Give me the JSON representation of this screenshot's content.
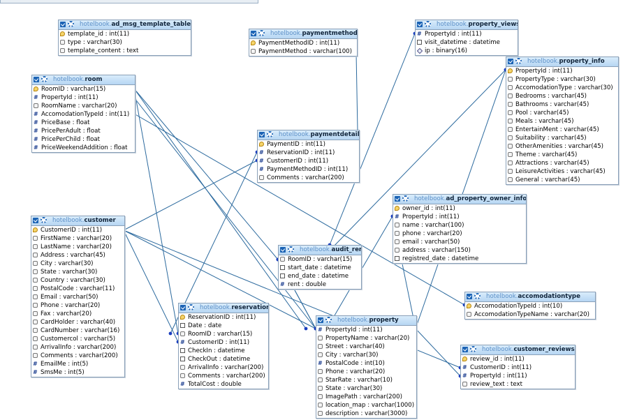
{
  "tables": {
    "ad_msg_template_table": {
      "db": "hotelbook.",
      "name": "ad_msg_template_table",
      "columns": [
        {
          "text": "template_id : int(11)",
          "icon": "key"
        },
        {
          "text": "type : varchar(30)",
          "icon": "col"
        },
        {
          "text": "template_content : text",
          "icon": "col"
        }
      ]
    },
    "paymentmethod": {
      "db": "hotelbook.",
      "name": "paymentmethod",
      "columns": [
        {
          "text": "PaymentMethodID : int(11)",
          "icon": "key"
        },
        {
          "text": "PaymentMethod : varchar(100)",
          "icon": "col"
        }
      ]
    },
    "property_views": {
      "db": "hotelbook.",
      "name": "property_views",
      "columns": [
        {
          "text": "PropertyId : int(11)",
          "icon": "hash"
        },
        {
          "text": "visit_datetime : datetime",
          "icon": "dt"
        },
        {
          "text": "ip : binary(16)",
          "icon": "bin"
        }
      ]
    },
    "property_info": {
      "db": "hotelbook.",
      "name": "property_info",
      "columns": [
        {
          "text": "PropertyId : int(11)",
          "icon": "key"
        },
        {
          "text": "PropertyType : varchar(30)",
          "icon": "col"
        },
        {
          "text": "AccomodationType : varchar(30)",
          "icon": "col"
        },
        {
          "text": "Bedrooms : varchar(45)",
          "icon": "col"
        },
        {
          "text": "Bathrooms : varchar(45)",
          "icon": "col"
        },
        {
          "text": "Pool : varchar(45)",
          "icon": "col"
        },
        {
          "text": "Meals : varchar(45)",
          "icon": "col"
        },
        {
          "text": "EntertainMent : varchar(45)",
          "icon": "col"
        },
        {
          "text": "Suitability : varchar(45)",
          "icon": "col"
        },
        {
          "text": "OtherAmenities : varchar(45)",
          "icon": "col"
        },
        {
          "text": "Theme : varchar(45)",
          "icon": "col"
        },
        {
          "text": "Attractions : varchar(45)",
          "icon": "col"
        },
        {
          "text": "LeisureActivities : varchar(45)",
          "icon": "col"
        },
        {
          "text": "General : varchar(45)",
          "icon": "col"
        }
      ]
    },
    "room": {
      "db": "hotelbook.",
      "name": "room",
      "columns": [
        {
          "text": "RoomID : varchar(15)",
          "icon": "key"
        },
        {
          "text": "PropertyId : int(11)",
          "icon": "hash"
        },
        {
          "text": "RoomName : varchar(20)",
          "icon": "col"
        },
        {
          "text": "AccomodationTypeId : int(11)",
          "icon": "hash"
        },
        {
          "text": "PriceBase : float",
          "icon": "hash"
        },
        {
          "text": "PricePerAdult : float",
          "icon": "hash"
        },
        {
          "text": "PricePerChild : float",
          "icon": "hash"
        },
        {
          "text": "PriceWeekendAddition : float",
          "icon": "hash"
        }
      ]
    },
    "paymentdetails": {
      "db": "hotelbook.",
      "name": "paymentdetails",
      "columns": [
        {
          "text": "PaymentID : int(11)",
          "icon": "key"
        },
        {
          "text": "ReservationID : int(11)",
          "icon": "hash"
        },
        {
          "text": "CustomerID : int(11)",
          "icon": "hash"
        },
        {
          "text": "PaymentMethodID : int(11)",
          "icon": "hash"
        },
        {
          "text": "Comments : varchar(200)",
          "icon": "col"
        }
      ]
    },
    "ad_property_owner_info": {
      "db": "hotelbook.",
      "name": "ad_property_owner_info",
      "columns": [
        {
          "text": "owner_id : int(11)",
          "icon": "key"
        },
        {
          "text": "PropertyId : int(11)",
          "icon": "hash"
        },
        {
          "text": "name : varchar(100)",
          "icon": "col"
        },
        {
          "text": "phone : varchar(20)",
          "icon": "col"
        },
        {
          "text": "email : varchar(50)",
          "icon": "col"
        },
        {
          "text": "address : varchar(150)",
          "icon": "col"
        },
        {
          "text": "registred_date : datetime",
          "icon": "dt"
        }
      ]
    },
    "customer": {
      "db": "hotelbook.",
      "name": "customer",
      "columns": [
        {
          "text": "CustomerID : int(11)",
          "icon": "key"
        },
        {
          "text": "FirstName : varchar(20)",
          "icon": "col"
        },
        {
          "text": "LastName : varchar(20)",
          "icon": "col"
        },
        {
          "text": "Address : varchar(45)",
          "icon": "col"
        },
        {
          "text": "City : varchar(30)",
          "icon": "col"
        },
        {
          "text": "State : varchar(30)",
          "icon": "col"
        },
        {
          "text": "Country : varchar(30)",
          "icon": "col"
        },
        {
          "text": "PostalCode : varchar(11)",
          "icon": "col"
        },
        {
          "text": "Email : varchar(50)",
          "icon": "col"
        },
        {
          "text": "Phone : varchar(20)",
          "icon": "col"
        },
        {
          "text": "Fax : varchar(20)",
          "icon": "col"
        },
        {
          "text": "CardHolder : varchar(40)",
          "icon": "col"
        },
        {
          "text": "CardNumber : varchar(16)",
          "icon": "col"
        },
        {
          "text": "Customercol : varchar(5)",
          "icon": "col"
        },
        {
          "text": "ArrivalInfo : varchar(200)",
          "icon": "col"
        },
        {
          "text": "Comments : varchar(200)",
          "icon": "col"
        },
        {
          "text": "EmailMe : int(5)",
          "icon": "hash"
        },
        {
          "text": "SmsMe : int(5)",
          "icon": "hash"
        }
      ]
    },
    "audit_rent": {
      "db": "hotelbook.",
      "name": "audit_rent",
      "columns": [
        {
          "text": "RoomID : varchar(15)",
          "icon": "col"
        },
        {
          "text": "start_date : datetime",
          "icon": "dt"
        },
        {
          "text": "end_date : datetime",
          "icon": "dt"
        },
        {
          "text": "rent : double",
          "icon": "hash"
        }
      ]
    },
    "accomodationtype": {
      "db": "hotelbook.",
      "name": "accomodationtype",
      "columns": [
        {
          "text": "AccomodationTypeId : int(10)",
          "icon": "key"
        },
        {
          "text": "AccomodationTypeName : varchar(20)",
          "icon": "col"
        }
      ]
    },
    "reservation": {
      "db": "hotelbook.",
      "name": "reservation",
      "columns": [
        {
          "text": "ReservationID : int(11)",
          "icon": "key"
        },
        {
          "text": "Date : date",
          "icon": "dt"
        },
        {
          "text": "RoomID : varchar(15)",
          "icon": "col"
        },
        {
          "text": "CustomerID : int(11)",
          "icon": "hash"
        },
        {
          "text": "CheckIn : datetime",
          "icon": "dt"
        },
        {
          "text": "CheckOut : datetime",
          "icon": "dt"
        },
        {
          "text": "ArrivalInfo : varchar(200)",
          "icon": "col"
        },
        {
          "text": "Comments : varchar(200)",
          "icon": "col"
        },
        {
          "text": "TotalCost : double",
          "icon": "hash"
        }
      ]
    },
    "property": {
      "db": "hotelbook.",
      "name": "property",
      "columns": [
        {
          "text": "PropertyId : int(11)",
          "icon": "hash"
        },
        {
          "text": "PropertyName : varchar(20)",
          "icon": "col"
        },
        {
          "text": "Street : varchar(40)",
          "icon": "col"
        },
        {
          "text": "City : varchar(30)",
          "icon": "col"
        },
        {
          "text": "PostalCode : int(10)",
          "icon": "hash"
        },
        {
          "text": "Phone : varchar(20)",
          "icon": "col"
        },
        {
          "text": "StarRate : varchar(10)",
          "icon": "col"
        },
        {
          "text": "State : varchar(30)",
          "icon": "col"
        },
        {
          "text": "ImagePath : varchar(200)",
          "icon": "col"
        },
        {
          "text": "location_map : varchar(1000)",
          "icon": "col"
        },
        {
          "text": "description : varchar(3000)",
          "icon": "col"
        }
      ]
    },
    "customer_reviews": {
      "db": "hotelbook.",
      "name": "customer_reviews",
      "columns": [
        {
          "text": "review_id : int(11)",
          "icon": "key"
        },
        {
          "text": "CustomerID : int(11)",
          "icon": "hash"
        },
        {
          "text": "PropertyId : int(11)",
          "icon": "hash"
        },
        {
          "text": "review_text : text",
          "icon": "col"
        }
      ]
    }
  },
  "colors": {
    "line": "#2c6a9e",
    "header": "#c4e0f7",
    "border": "#8aa0b8",
    "endpoint": "#1b3fbf"
  }
}
